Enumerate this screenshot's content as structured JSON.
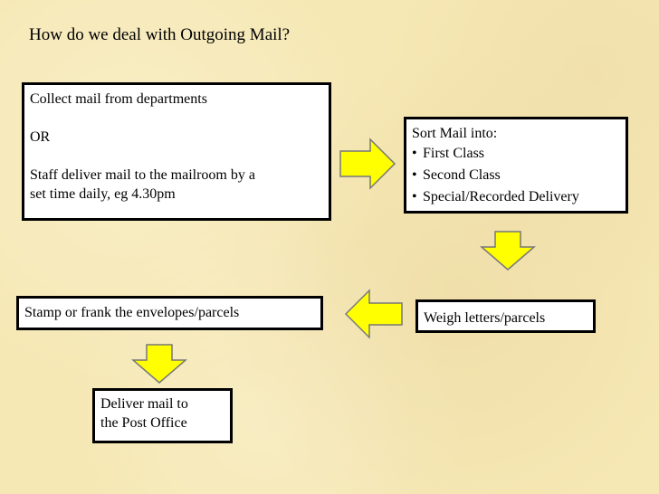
{
  "title": "How do we deal with Outgoing Mail?",
  "steps": {
    "collect": {
      "line1": "Collect mail from departments",
      "line2": "OR",
      "line3": "Staff deliver mail to the mailroom by a",
      "line4": "set time daily, eg 4.30pm"
    },
    "sort": {
      "heading": "Sort Mail into:",
      "items": [
        "First Class",
        "Second Class",
        "Special/Recorded Delivery"
      ]
    },
    "weigh": {
      "text": "Weigh letters/parcels"
    },
    "stamp": {
      "text": "Stamp or frank the envelopes/parcels"
    },
    "deliver": {
      "line1": "Deliver mail to",
      "line2": "the Post Office"
    }
  },
  "colors": {
    "arrow_fill": "#ffff00",
    "box_fill": "#ffffff",
    "border": "#000000"
  }
}
